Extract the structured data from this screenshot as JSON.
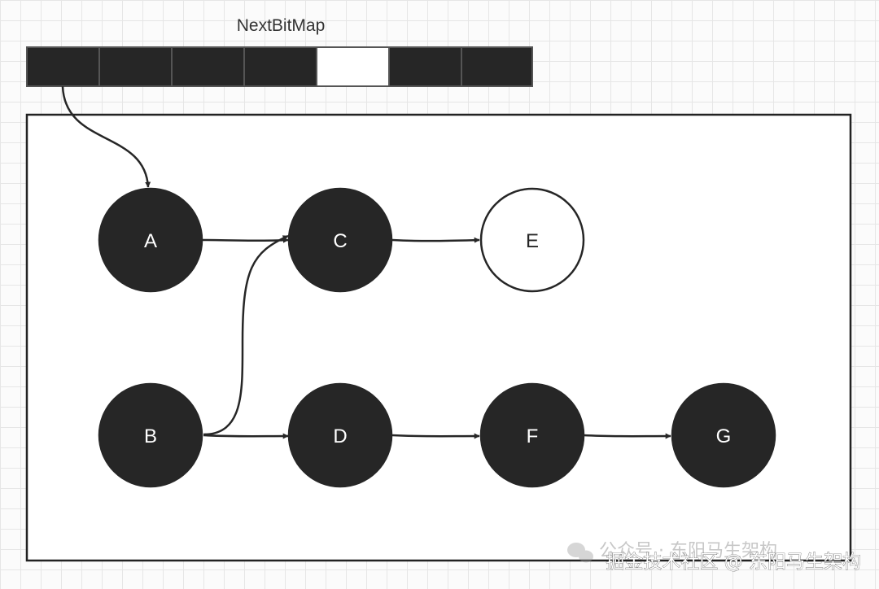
{
  "bitmap": {
    "title": "NextBitMap",
    "cells": [
      "set",
      "set",
      "set",
      "set",
      "clear",
      "set",
      "set"
    ]
  },
  "nodes": [
    {
      "id": "A",
      "label": "A",
      "filled": true
    },
    {
      "id": "B",
      "label": "B",
      "filled": true
    },
    {
      "id": "C",
      "label": "C",
      "filled": true
    },
    {
      "id": "D",
      "label": "D",
      "filled": true
    },
    {
      "id": "E",
      "label": "E",
      "filled": false
    },
    {
      "id": "F",
      "label": "F",
      "filled": true
    },
    {
      "id": "G",
      "label": "G",
      "filled": true
    }
  ],
  "edges": [
    {
      "from": "bitmap-cell-1",
      "to": "A"
    },
    {
      "from": "A",
      "to": "C"
    },
    {
      "from": "B",
      "to": "C"
    },
    {
      "from": "B",
      "to": "D"
    },
    {
      "from": "C",
      "to": "E"
    },
    {
      "from": "D",
      "to": "F"
    },
    {
      "from": "F",
      "to": "G"
    }
  ],
  "colors": {
    "filled": "#262626",
    "empty": "#ffffff",
    "stroke": "#262626",
    "filled_text": "#ffffff",
    "empty_text": "#262626"
  },
  "watermark": {
    "line1": "公众号 · 东阳马生架构",
    "line2": "掘金技术社区 @ 东阳马生架构",
    "icon": "wechat-icon"
  }
}
